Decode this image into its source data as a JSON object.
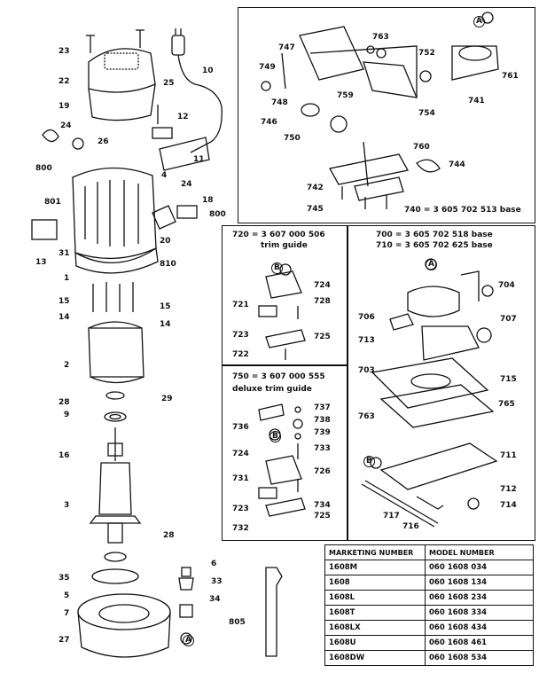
{
  "callouts_main": [
    "23",
    "22",
    "19",
    "24",
    "26",
    "25",
    "12",
    "10",
    "800",
    "11",
    "4",
    "24",
    "18",
    "800",
    "801",
    "20",
    "13",
    "31",
    "810",
    "1",
    "15",
    "15",
    "14",
    "14",
    "2",
    "28",
    "29",
    "9",
    "16",
    "3",
    "28",
    "35",
    "6",
    "33",
    "5",
    "34",
    "7",
    "27",
    "805",
    "A"
  ],
  "topright": {
    "callouts": [
      "A",
      "763",
      "747",
      "749",
      "748",
      "752",
      "761",
      "759",
      "741",
      "746",
      "750",
      "754",
      "760",
      "744",
      "742",
      "745"
    ],
    "caption": "740 = 3 605 702 513 base"
  },
  "trim_guide": {
    "caption_line1": "720 = 3 607 000 506",
    "caption_line2": "trim guide",
    "callouts": [
      "B",
      "724",
      "721",
      "728",
      "723",
      "725",
      "722"
    ]
  },
  "deluxe_guide": {
    "caption_line1": "750 = 3 607 000 555",
    "caption_line2": "deluxe trim guide",
    "callouts": [
      "737",
      "738",
      "736",
      "739",
      "B",
      "724",
      "733",
      "731",
      "726",
      "734",
      "723",
      "725",
      "732"
    ]
  },
  "bases": {
    "caption_line1": "700 = 3 605 702 518 base",
    "caption_line2": "710 = 3 605 702 625 base",
    "callouts": [
      "A",
      "704",
      "706",
      "707",
      "713",
      "703",
      "715",
      "763",
      "765",
      "B",
      "711",
      "712",
      "714",
      "717",
      "716"
    ]
  },
  "model_table": {
    "headers": [
      "MARKETING NUMBER",
      "MODEL NUMBER"
    ],
    "rows": [
      [
        "1608M",
        "060 1608 034"
      ],
      [
        "1608",
        "060 1608 134"
      ],
      [
        "1608L",
        "060 1608 234"
      ],
      [
        "1608T",
        "060 1608 334"
      ],
      [
        "1608LX",
        "060 1608 434"
      ],
      [
        "1608U",
        "060 1608 461"
      ],
      [
        "1608DW",
        "060 1608 534"
      ]
    ]
  }
}
